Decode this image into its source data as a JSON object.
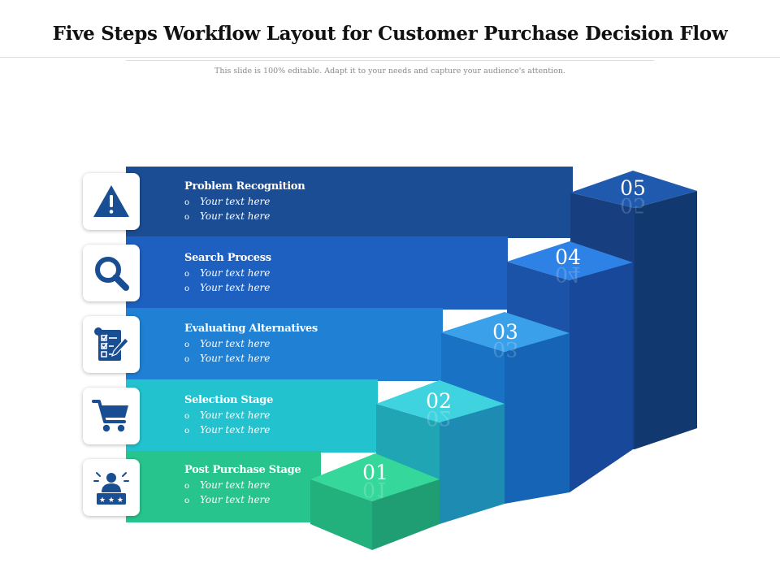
{
  "title": "Five Steps Workflow Layout for Customer Purchase Decision Flow",
  "subtitle": "This slide is 100% editable. Adapt it to your needs and capture your audience's attention.",
  "colors": {
    "band_1": "#1b4d94",
    "band_2": "#1e60c0",
    "band_3": "#1f80d4",
    "band_4": "#22c3cf",
    "band_5": "#27c58d",
    "icon": "#1a4e93"
  },
  "steps": [
    {
      "number": "05",
      "title": "Problem Recognition",
      "bullet_1": "Your text here",
      "bullet_2": "Your text here",
      "bullet_marker": "o",
      "icon": "warning-icon"
    },
    {
      "number": "04",
      "title": "Search Process",
      "bullet_1": "Your text here",
      "bullet_2": "Your text here",
      "bullet_marker": "o",
      "icon": "search-icon"
    },
    {
      "number": "03",
      "title": "Evaluating Alternatives",
      "bullet_1": "Your text here",
      "bullet_2": "Your text here",
      "bullet_marker": "o",
      "icon": "checklist-icon"
    },
    {
      "number": "02",
      "title": "Selection Stage",
      "bullet_1": "Your text here",
      "bullet_2": "Your text here",
      "bullet_marker": "o",
      "icon": "shopping-cart-icon"
    },
    {
      "number": "01",
      "title": "Post Purchase Stage",
      "bullet_1": "Your text here",
      "bullet_2": "Your text here",
      "bullet_marker": "o",
      "icon": "customer-rating-icon"
    }
  ]
}
